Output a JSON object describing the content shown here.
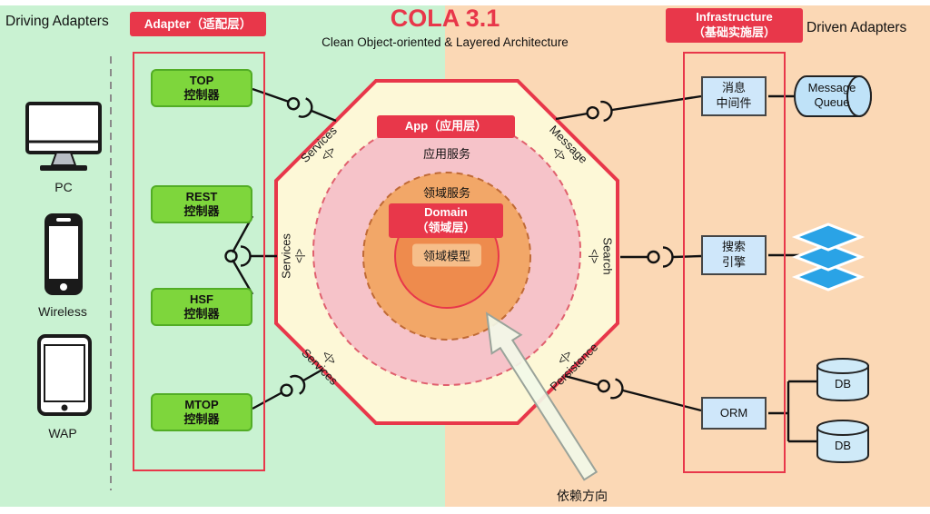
{
  "title": {
    "main": "COLA 3.1",
    "subtitle": "Clean Object-oriented & Layered Architecture"
  },
  "header": {
    "driving_adapters": "Driving Adapters",
    "adapter_layer": "Adapter（适配层）",
    "infrastructure_line1": "Infrastructure",
    "infrastructure_line2": "（基础实施层）",
    "driven_adapters": "Driven Adapters"
  },
  "devices": [
    {
      "icon": "pc-icon",
      "label": "PC"
    },
    {
      "icon": "smartphone-icon",
      "label": "Wireless"
    },
    {
      "icon": "tablet-icon",
      "label": "WAP"
    }
  ],
  "adapters": [
    {
      "line1": "TOP",
      "line2": "控制器"
    },
    {
      "line1": "REST",
      "line2": "控制器"
    },
    {
      "line1": "HSF",
      "line2": "控制器"
    },
    {
      "line1": "MTOP",
      "line2": "控制器"
    }
  ],
  "core": {
    "app_layer_label": "App（应用层）",
    "app_service": "应用服务",
    "domain_service": "领域服务",
    "domain_line1": "Domain",
    "domain_line2": "（领域层）",
    "domain_model": "领域模型"
  },
  "ports": {
    "interface_symbol": "<|>",
    "services_top": "Services",
    "services_left": "Services",
    "services_bottom": "Services",
    "message": "Message",
    "search": "Search",
    "persistence": "Persistence"
  },
  "infrastructure": [
    {
      "line1": "消息",
      "line2": "中间件"
    },
    {
      "line1": "搜索",
      "line2": "引擎"
    },
    {
      "line1": "ORM",
      "line2": ""
    }
  ],
  "external": {
    "message_queue_line1": "Message",
    "message_queue_line2": "Queue",
    "db_top": "DB",
    "db_bottom": "DB"
  },
  "dependency": {
    "label": "依赖方向"
  },
  "colors": {
    "accent_red": "#e8374a",
    "adapter_green": "#7ed63c",
    "octagon_fill": "#fdf8d7",
    "app_ring_pink": "#f6c3c9",
    "domain_ring_orange": "#f2a768",
    "domain_model_orange": "#ee8b4d",
    "infra_box_blue": "#cfe7fa",
    "bg_left_green": "#c9f2d2",
    "bg_right_peach": "#fbd8b5",
    "search_layers_blue": "#2aa3e6"
  }
}
